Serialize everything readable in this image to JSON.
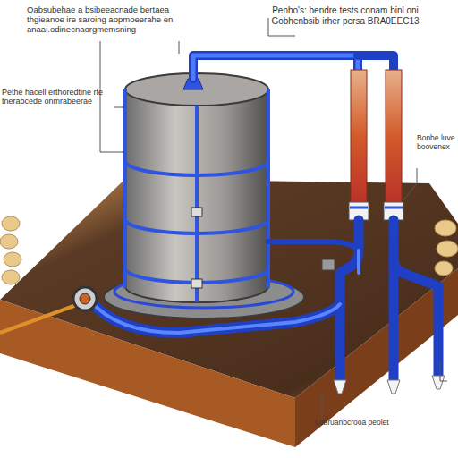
{
  "diagram": {
    "labels": [
      "Oabsubehae a bsibeeacnade bertaea thgieanoe ire saroing aopmoeerahe en anaai.odinecnaorgmemsning",
      "Penho's: bendre tests conam binl oni Gobhenbsib irher persa BRA0EEC13",
      "Pethe hacell erthoredtine rte tnerabcede onmrabeerae",
      "Bonbe luve boovenex",
      "Loaruanbcrooa peolet"
    ]
  }
}
